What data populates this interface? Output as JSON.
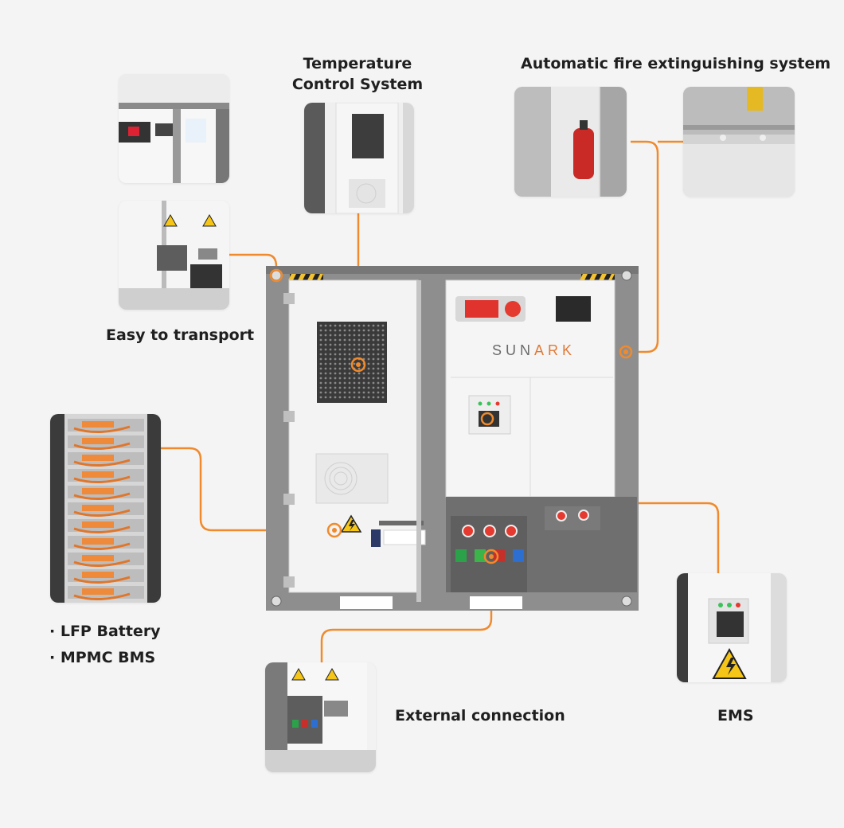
{
  "labels": {
    "temperature": "Temperature\nControl System",
    "fire": "Automatic fire extinguishing system",
    "transport": "Easy to transport",
    "battery_items": [
      "· LFP Battery",
      "· MPMC BMS"
    ],
    "external": "External connection",
    "ems": "EMS"
  },
  "product": {
    "brand_prefix": "SUN",
    "brand_suffix": "ARK"
  },
  "colors": {
    "accent": "#f08a2c",
    "frame": "#8b8b8b",
    "panel": "#f2f2f2",
    "dark_panel": "#6f6f6f"
  }
}
